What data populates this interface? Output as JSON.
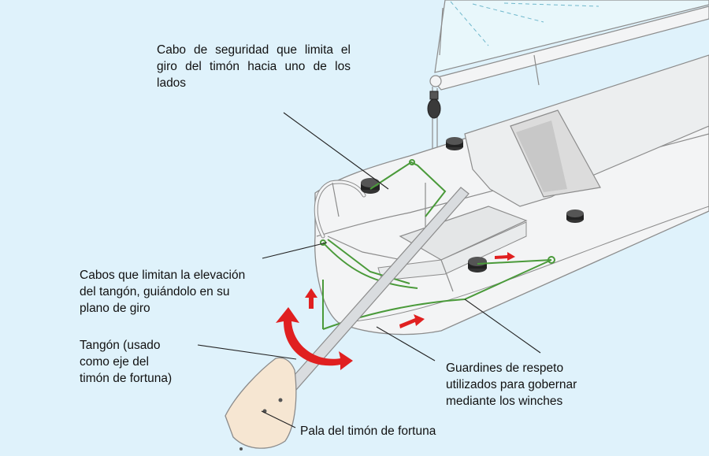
{
  "labels": {
    "safety_line": "Cabo de seguridad que limita el giro del timón hacia uno de los lados",
    "lift_lines": "Cabos que limitan la elevación\ndel tangón, guiándolo en su\nplano de giro",
    "pole": "Tangón (usado\ncomo eje del\ntimón de fortuna)",
    "guard_lines": "Guardines de respeto\nutilizados para gobernar\nmediante los winches",
    "blade": "Pala del timón de fortuna"
  },
  "colors": {
    "background": "#dff2fb",
    "hull": "#f3f4f5",
    "hull_outline": "#8c8c8c",
    "rope_green": "#4a9a3a",
    "arrow_red": "#e02020",
    "blade_fill": "#f6e6d2",
    "sail_fill": "#e8f7fb",
    "sail_dash": "#70b8cc"
  }
}
